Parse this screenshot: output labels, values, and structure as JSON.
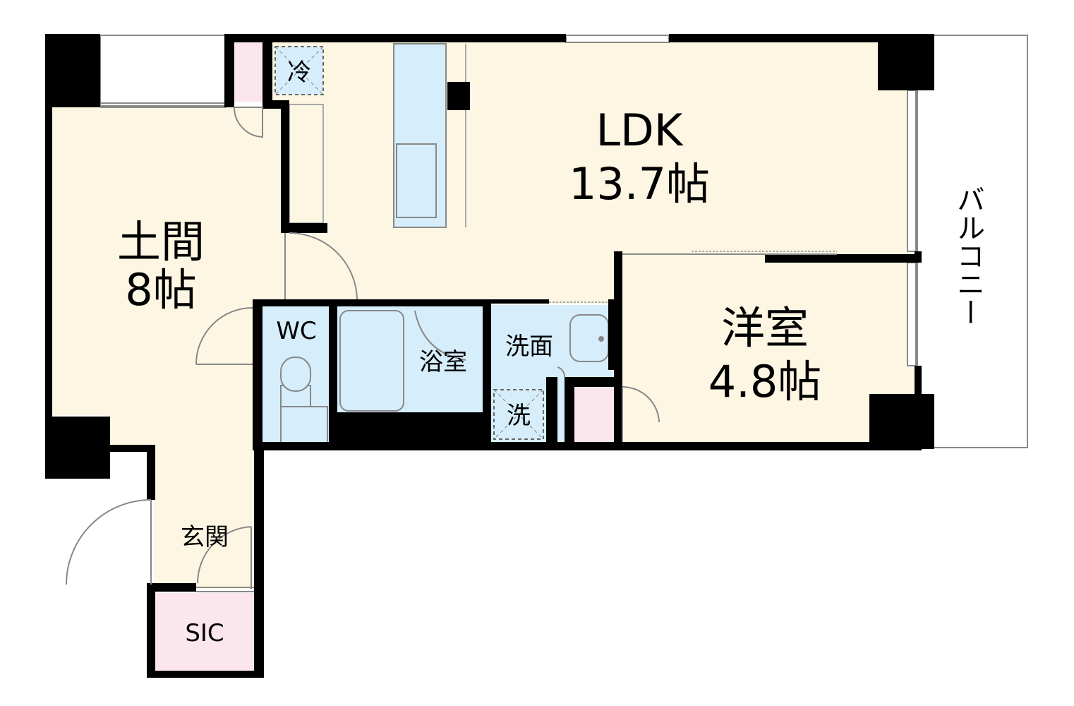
{
  "rooms": {
    "ldk": {
      "name": "LDK",
      "size": "13.7帖"
    },
    "doma": {
      "name": "土間",
      "size": "8帖"
    },
    "western": {
      "name": "洋室",
      "size": "4.8帖"
    },
    "wc": {
      "name": "WC"
    },
    "bath": {
      "name": "浴室"
    },
    "washroom": {
      "name": "洗面"
    },
    "entrance": {
      "name": "玄関"
    },
    "sic": {
      "name": "SIC"
    },
    "balcony": {
      "name": "バルコニー"
    }
  },
  "symbols": {
    "fridge": "冷",
    "washer": "洗"
  },
  "colors": {
    "living_floor": "#fdf6e3",
    "wet_area": "#d6eefb",
    "storage": "#fce6ee",
    "wall": "#000000"
  }
}
